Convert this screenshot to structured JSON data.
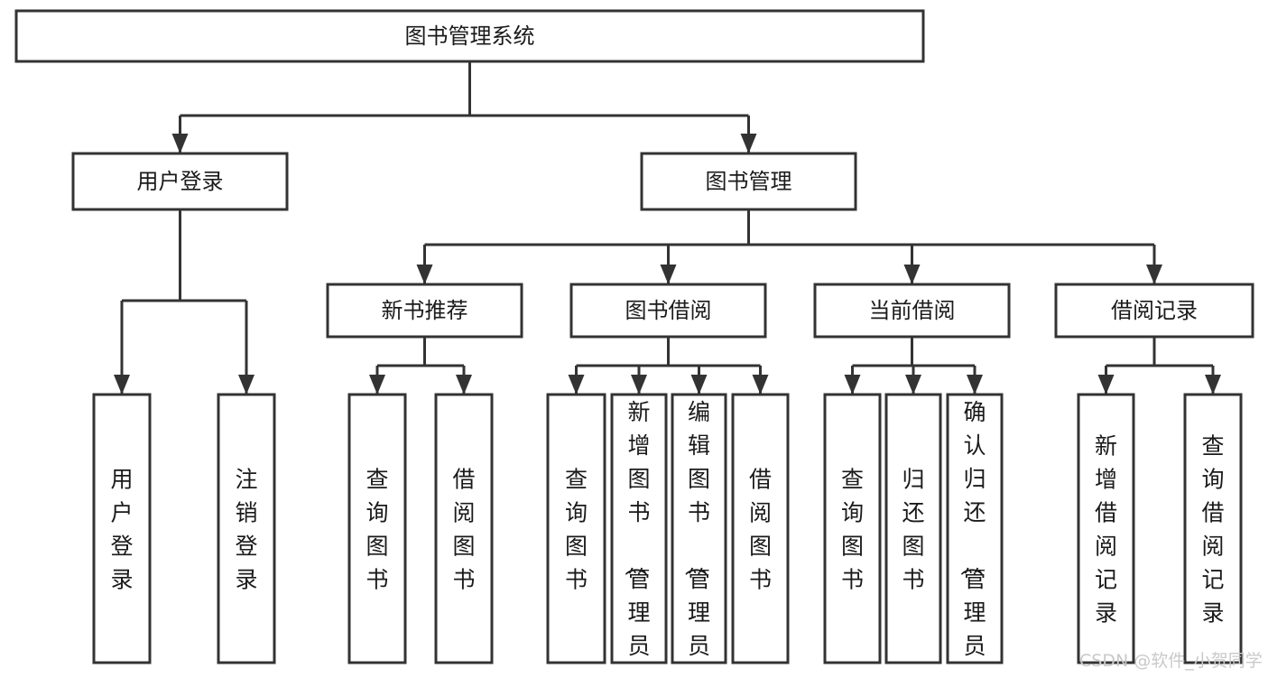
{
  "diagram": {
    "title": "图书管理系统",
    "type": "tree-hierarchy-flowchart",
    "orientation": "top-down",
    "colors": {
      "box_fill": "#ffffff",
      "box_stroke": "#333333",
      "text": "#1a1a1a",
      "watermark": "#c9c9c9",
      "background": "#ffffff"
    }
  },
  "root": {
    "label": "图书管理系统"
  },
  "level2": [
    {
      "id": "user-login",
      "label": "用户登录"
    },
    {
      "id": "book-management",
      "label": "图书管理"
    }
  ],
  "level3": [
    {
      "id": "new-book-recommend",
      "label": "新书推荐",
      "parent": "book-management"
    },
    {
      "id": "book-borrow",
      "label": "图书借阅",
      "parent": "book-management"
    },
    {
      "id": "current-borrow",
      "label": "当前借阅",
      "parent": "book-management"
    },
    {
      "id": "borrow-record",
      "label": "借阅记录",
      "parent": "book-management"
    }
  ],
  "leaves": {
    "user_login": [
      {
        "id": "leaf-user-login",
        "label": "用户登录"
      },
      {
        "id": "leaf-user-logout",
        "label": "注销登录"
      }
    ],
    "new_book_recommend": [
      {
        "id": "leaf-query-book-1",
        "label": "查询图书"
      },
      {
        "id": "leaf-borrow-book-1",
        "label": "借阅图书"
      }
    ],
    "book_borrow": [
      {
        "id": "leaf-query-book-2",
        "label": "查询图书"
      },
      {
        "id": "leaf-add-book",
        "label": "新增图书（管理员）"
      },
      {
        "id": "leaf-edit-book",
        "label": "编辑图书（管理员）"
      },
      {
        "id": "leaf-borrow-book-2",
        "label": "借阅图书"
      }
    ],
    "current_borrow": [
      {
        "id": "leaf-query-book-3",
        "label": "查询图书"
      },
      {
        "id": "leaf-return-book",
        "label": "归还图书"
      },
      {
        "id": "leaf-confirm-return",
        "label": "确认归还（管理员）"
      }
    ],
    "borrow_record": [
      {
        "id": "leaf-add-record",
        "label": "新增借阅记录"
      },
      {
        "id": "leaf-query-record",
        "label": "查询借阅记录"
      }
    ]
  },
  "watermark": {
    "text": "CSDN @软件_小贺同学"
  }
}
